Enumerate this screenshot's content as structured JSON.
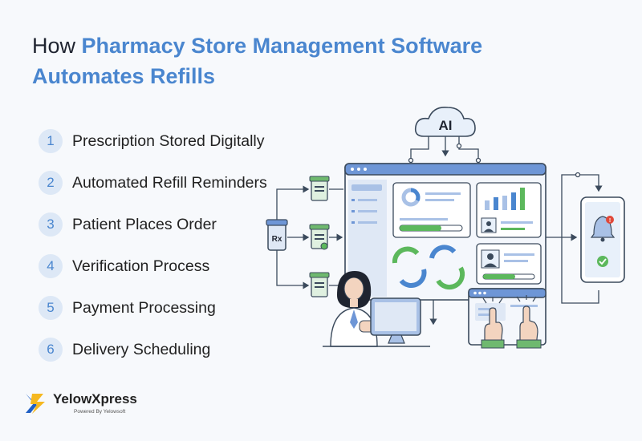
{
  "title": {
    "prefix": "How ",
    "highlight": "Pharmacy Store Management Software Automates Refills"
  },
  "steps": [
    {
      "number": "1",
      "label": "Prescription Stored Digitally"
    },
    {
      "number": "2",
      "label": "Automated Refill Reminders"
    },
    {
      "number": "3",
      "label": "Patient Places Order"
    },
    {
      "number": "4",
      "label": "Verification Process"
    },
    {
      "number": "5",
      "label": "Payment Processing"
    },
    {
      "number": "6",
      "label": "Delivery Scheduling"
    }
  ],
  "illustration": {
    "cloud_label": "AI",
    "prescription_symbol": "Rx"
  },
  "brand": {
    "name": "YelowXpress",
    "tagline": "Powered By Yelowsoft"
  },
  "colors": {
    "accent": "#4a86cf",
    "green": "#5cb85c",
    "badge_red": "#e0483a"
  }
}
